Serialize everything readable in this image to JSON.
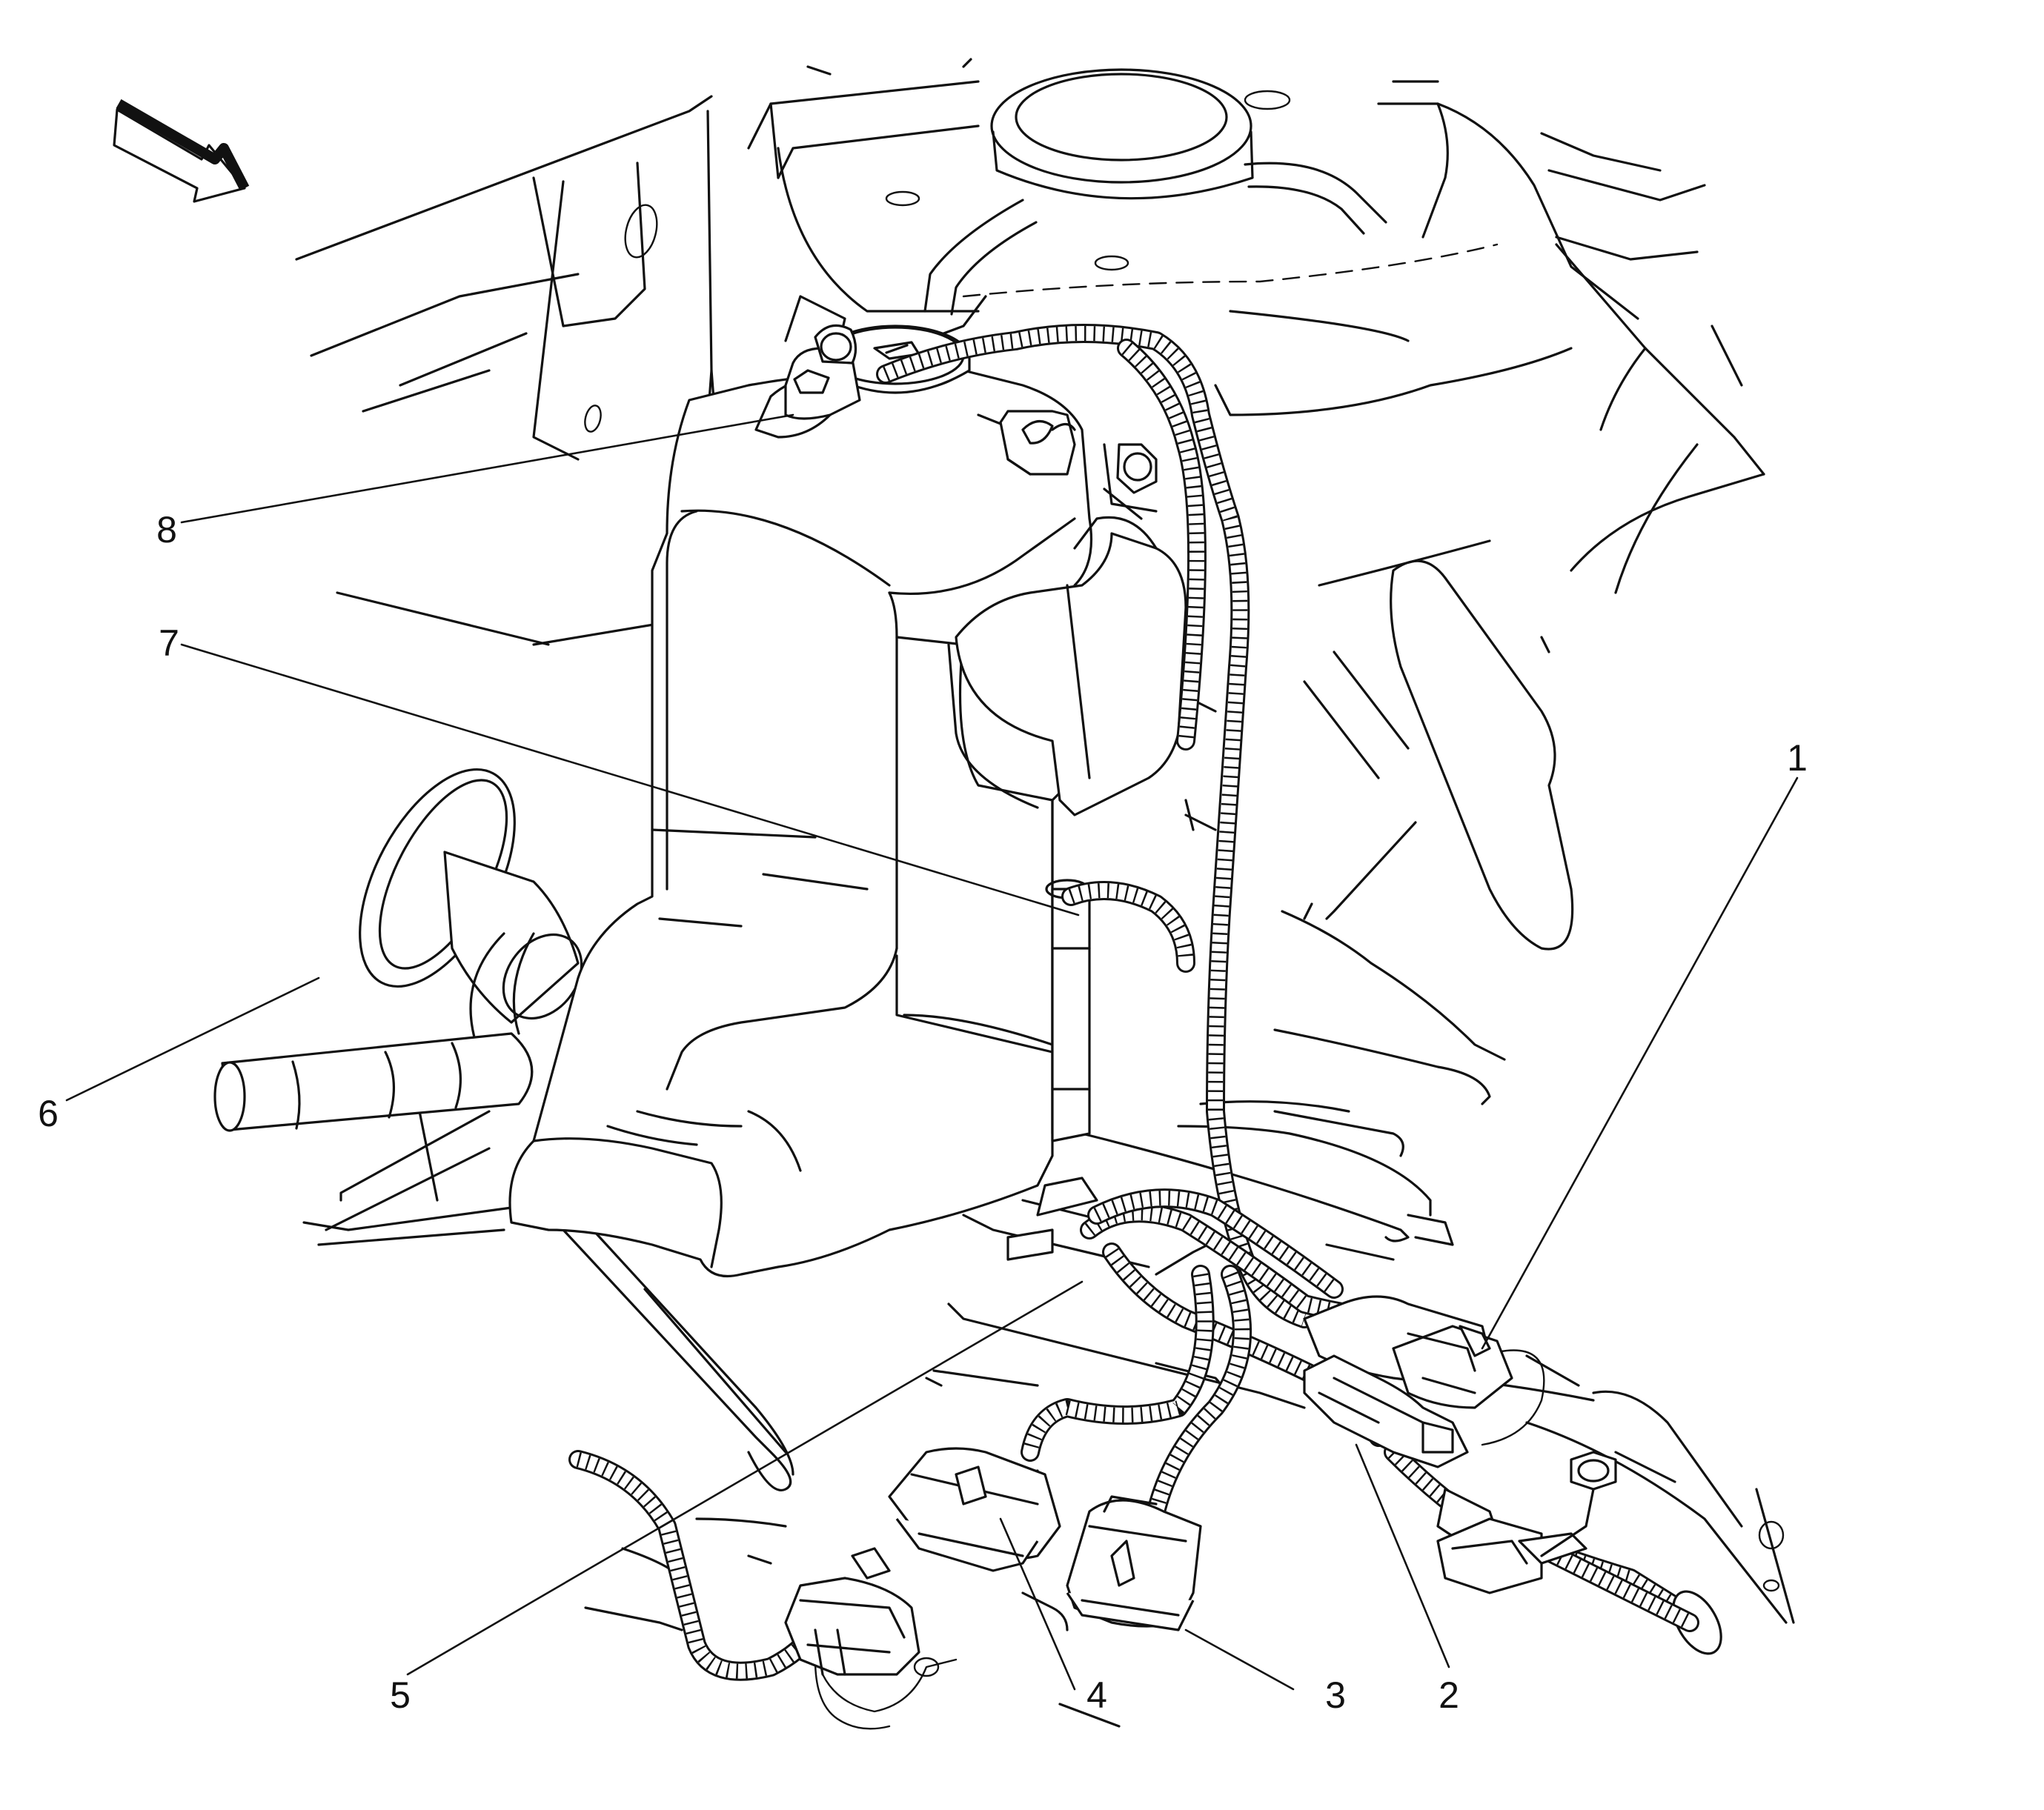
{
  "diagram": {
    "callouts": [
      {
        "id": "1",
        "label": "1"
      },
      {
        "id": "2",
        "label": "2"
      },
      {
        "id": "3",
        "label": "3"
      },
      {
        "id": "4",
        "label": "4"
      },
      {
        "id": "5",
        "label": "5"
      },
      {
        "id": "6",
        "label": "6"
      },
      {
        "id": "7",
        "label": "7"
      },
      {
        "id": "8",
        "label": "8"
      }
    ],
    "icons": {
      "view_direction": "view-direction-arrow-icon"
    },
    "colors": {
      "ink": "#111111",
      "paper": "#ffffff"
    }
  }
}
